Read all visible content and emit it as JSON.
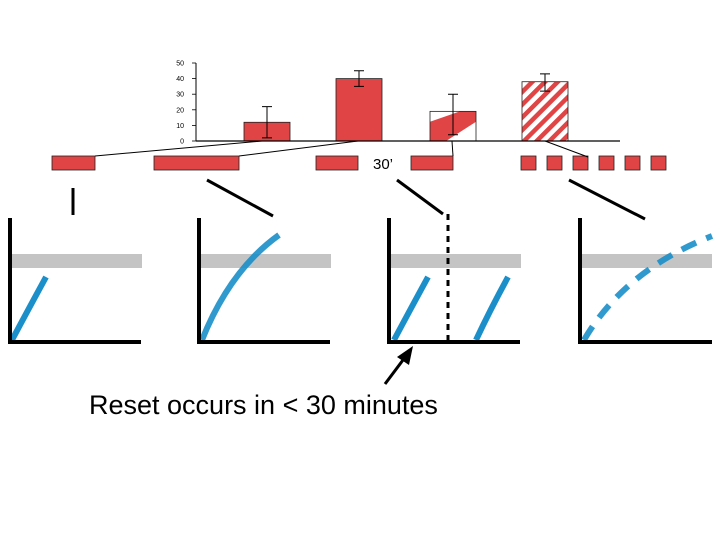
{
  "colors": {
    "bar": "#e04444",
    "curve": "#1a8fc9",
    "threshold": "#c4c4c4",
    "axis": "#000000"
  },
  "chart_data": {
    "type": "bar",
    "ylim": [
      0,
      50
    ],
    "yticks": [
      "0",
      "10",
      "20",
      "30",
      "40",
      "50"
    ],
    "bars": [
      {
        "value": 12,
        "err_low": 2,
        "err_high": 22,
        "fill": "solid"
      },
      {
        "value": 40,
        "err_low": 35,
        "err_high": 45,
        "fill": "solid"
      },
      {
        "value": 19,
        "err_low": 4,
        "err_high": 30,
        "fill": "split-stripe"
      },
      {
        "value": 38,
        "err_low": 32,
        "err_high": 43,
        "fill": "stripe"
      }
    ]
  },
  "protocols": {
    "gap_label": "30’",
    "caption": "Reset occurs in < 30 minutes"
  }
}
